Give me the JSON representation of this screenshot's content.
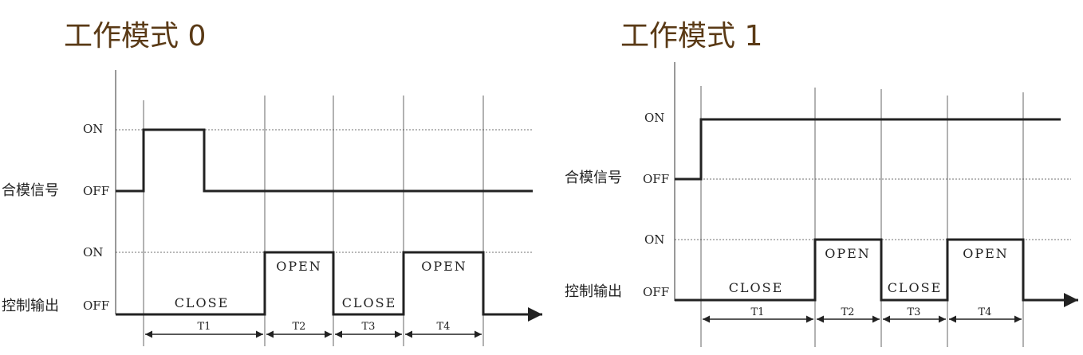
{
  "diagrams": [
    {
      "title": "工作模式 0",
      "signal1_label": "合模信号",
      "signal2_label": "控制输出",
      "on_label": "ON",
      "off_label": "OFF",
      "states": [
        "CLOSE",
        "OPEN",
        "CLOSE",
        "OPEN"
      ],
      "periods": [
        "T1",
        "T2",
        "T3",
        "T4"
      ]
    },
    {
      "title": "工作模式 1",
      "signal1_label": "合模信号",
      "signal2_label": "控制输出",
      "on_label": "ON",
      "off_label": "OFF",
      "states": [
        "CLOSE",
        "OPEN",
        "CLOSE",
        "OPEN"
      ],
      "periods": [
        "T1",
        "T2",
        "T3",
        "T4"
      ]
    }
  ],
  "colors": {
    "title": "#5a3a16",
    "line": "#222222"
  }
}
